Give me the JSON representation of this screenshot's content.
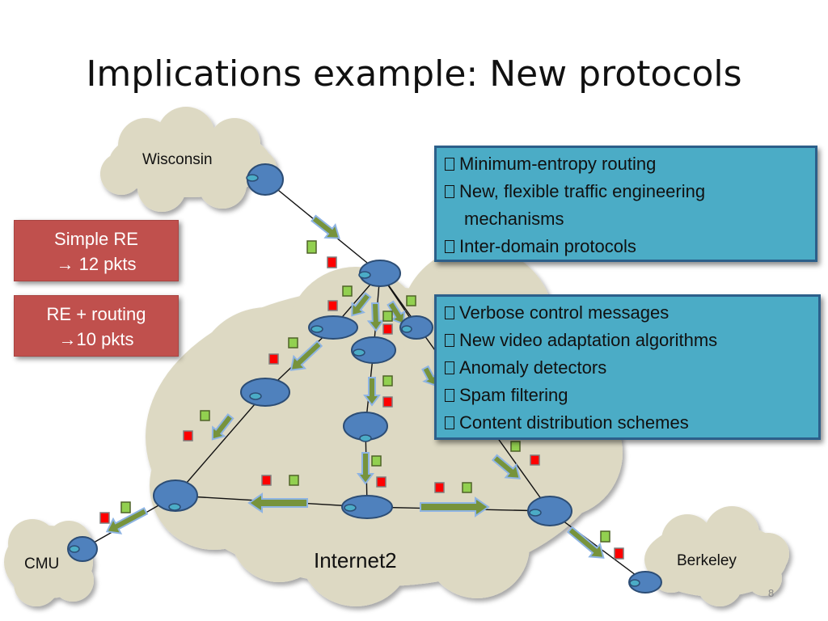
{
  "title": "Implications example: New protocols",
  "clouds": {
    "wisconsin": "Wisconsin",
    "internet2": "Internet2",
    "cmu": "CMU",
    "berkeley": "Berkeley"
  },
  "re_boxes": [
    {
      "line1": "Simple RE",
      "line2": "→ 12  pkts"
    },
    {
      "line1": "RE + routing",
      "line2": "→10 pkts"
    }
  ],
  "protocol_box": {
    "items": [
      "Minimum-entropy routing",
      "New, flexible traffic engineering",
      "mechanisms",
      "Inter-domain protocols"
    ]
  },
  "apps_box": {
    "items": [
      "Verbose control messages",
      "New video adaptation algorithms",
      "Anomaly detectors",
      "Spam filtering",
      "Content distribution schemes"
    ]
  },
  "slide_number": "8",
  "colors": {
    "cloud_fill": "#ddd9c3",
    "router_fill": "#4f81bd",
    "router_stroke": "#2c4d75",
    "arrow_fill": "#77933c",
    "arrow_stroke": "#8eb4e3",
    "packet_green": "#92d050",
    "packet_red": "#ff0000",
    "red_box": "#c0504d",
    "blue_box": "#4bacc6"
  }
}
